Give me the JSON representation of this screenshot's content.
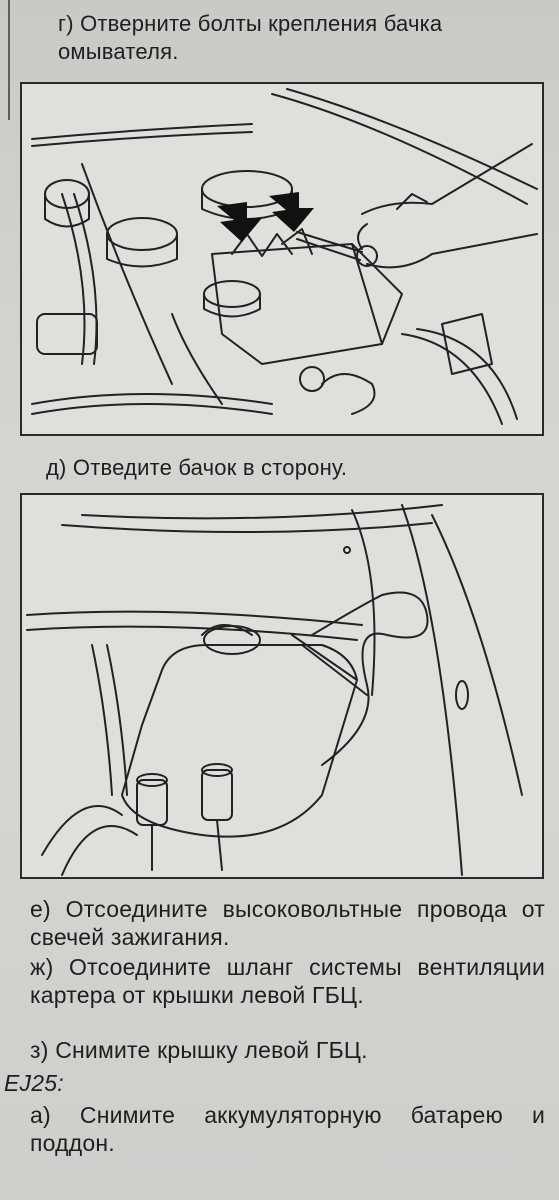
{
  "steps": {
    "g": "г) Отверните болты крепления бачка омывателя.",
    "d": "д) Отведите бачок в сторону.",
    "e": "е)  Отсоедините  высоковольтные провода от свечей зажигания.",
    "zh": "ж) Отсоедините шланг системы вентиляции картера от крышки левой ГБЦ.",
    "z": "з) Снимите крышку левой ГБЦ.",
    "ej_label": "EJ25:",
    "a": "а) Снимите аккумуляторную батарею и поддон."
  },
  "figures": {
    "fig1_icon": "engine-bay-bolts-illustration",
    "fig2_icon": "washer-reservoir-illustration"
  }
}
